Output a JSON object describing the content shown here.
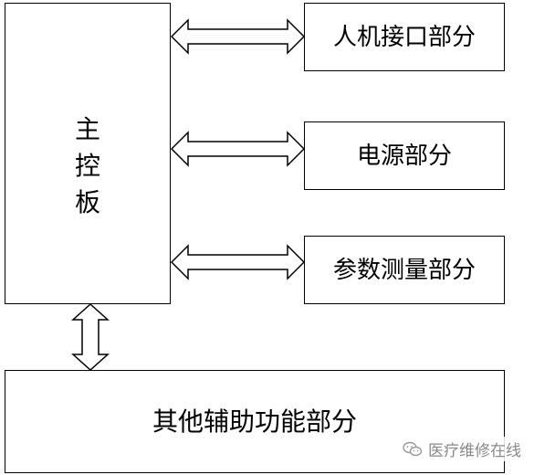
{
  "main_board": {
    "chars": [
      "主",
      "控",
      "板"
    ]
  },
  "modules": {
    "hmi": "人机接口部分",
    "power": "电源部分",
    "parameter": "参数测量部分",
    "auxiliary": "其他辅助功能部分"
  },
  "watermark": {
    "icon": "wechat-icon",
    "text": "医疗维修在线"
  }
}
